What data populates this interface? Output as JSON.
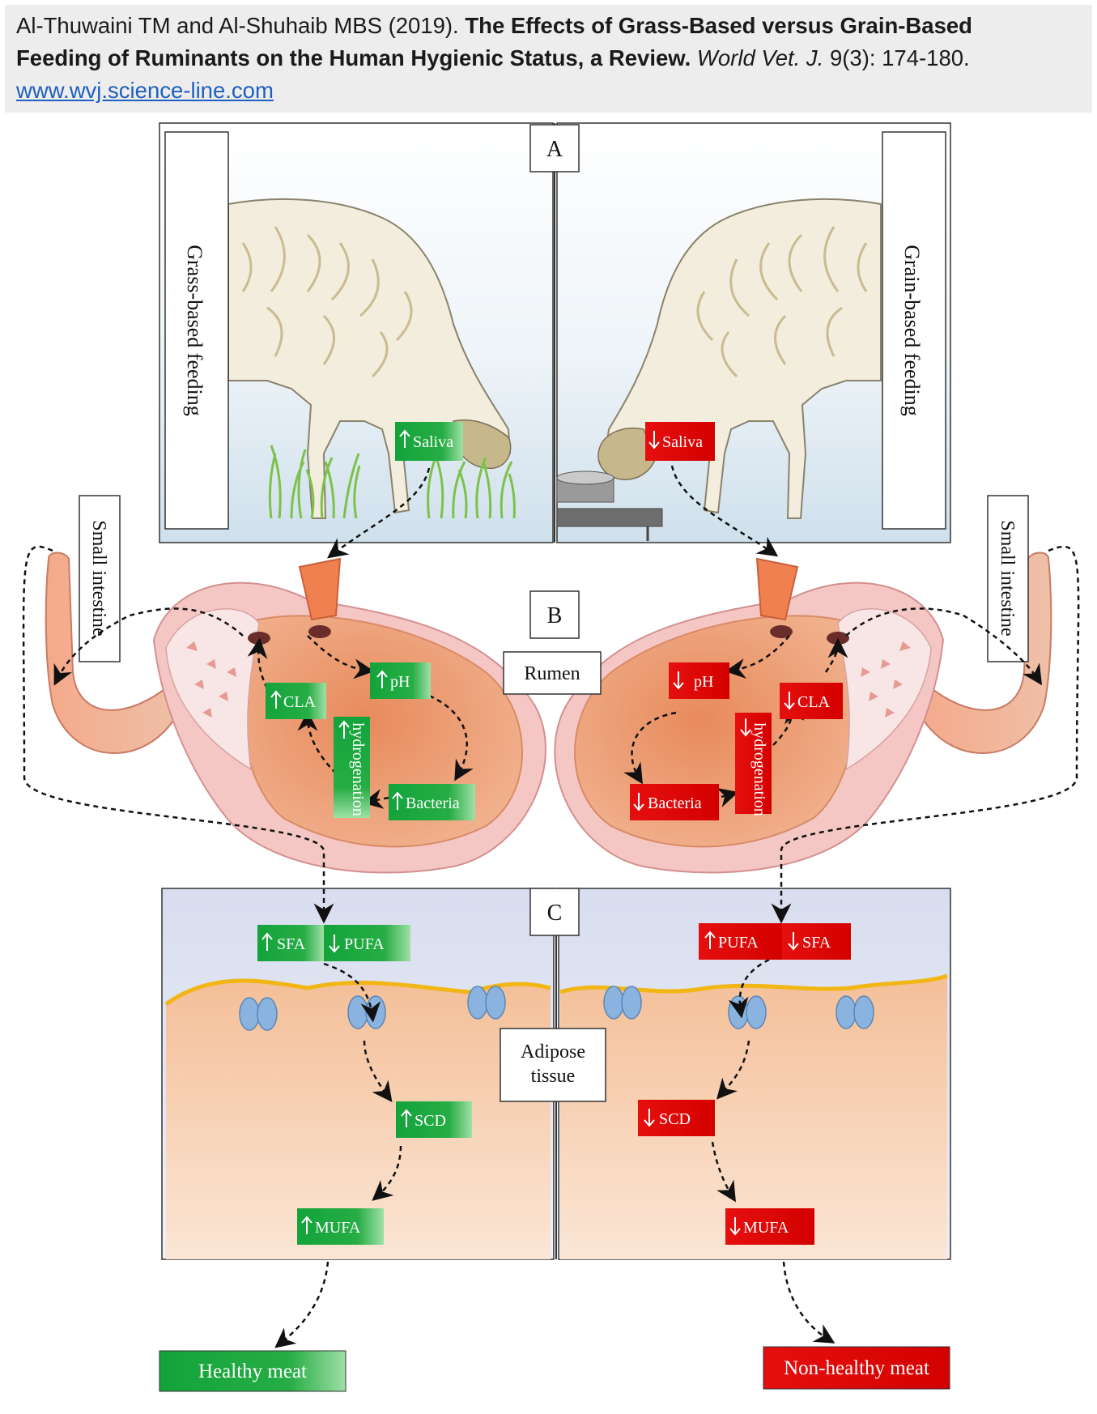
{
  "citation": {
    "authors": "Al-Thuwaini TM and Al-Shuhaib MBS (2019).",
    "title_part1": "The Effects of Grass-Based versus Grain-Based",
    "title_part2": "Feeding of Ruminants on the Human Hygienic Status, a Review.",
    "journal": "World Vet. J.",
    "volume": "9(3): 174-180.",
    "url": "www.wvj.science-line.com"
  },
  "panels": {
    "a": "A",
    "b": "B",
    "c": "C"
  },
  "side_labels": {
    "grass": "Grass-based feeding",
    "grain": "Grain-based feeding",
    "small_intestine_left": "Small intestine",
    "small_intestine_right": "Small intestine"
  },
  "center_labels": {
    "rumen": "Rumen",
    "adipose_line1": "Adipose",
    "adipose_line2": "tissue"
  },
  "grass_side": {
    "saliva": "Saliva",
    "ph": "pH",
    "cla": "CLA",
    "hydrogenation": "hydrogenation",
    "bacteria": "Bacteria",
    "sfa": "SFA",
    "pufa": "PUFA",
    "scd": "SCD",
    "mufa": "MUFA"
  },
  "grain_side": {
    "saliva": "Saliva",
    "ph": "pH",
    "cla": "CLA",
    "hydrogenation": "hydrogenation",
    "bacteria": "Bacteria",
    "pufa": "PUFA",
    "sfa": "SFA",
    "scd": "SCD",
    "mufa": "MUFA"
  },
  "outcomes": {
    "healthy": "Healthy meat",
    "non_healthy": "Non-healthy meat"
  },
  "colors": {
    "increase_green": "#1f9a3c",
    "decrease_red": "#e01010",
    "rumen": "#e8916a",
    "adipose": "#f6c9a6"
  },
  "icons": [
    "up-arrow-icon",
    "down-arrow-icon",
    "sheep-icon",
    "grass-icon",
    "feed-bowl-icon",
    "membrane-channel-icon"
  ]
}
